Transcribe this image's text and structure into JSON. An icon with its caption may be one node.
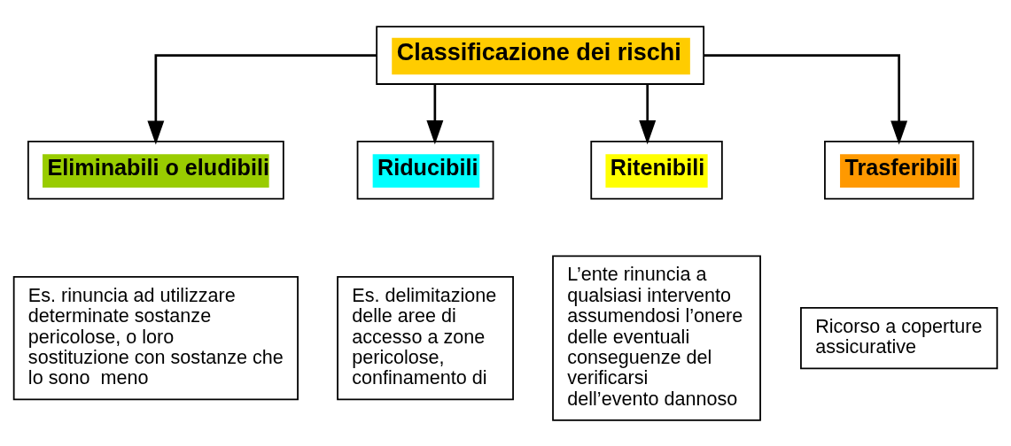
{
  "diagram": {
    "nodes": [
      {
        "text": [
          "Classificazione dei rischi"
        ]
      },
      {
        "text": [
          "Eliminabili o eludibili"
        ]
      },
      {
        "text": [
          "Riducibili"
        ]
      },
      {
        "text": [
          "Ritenibili"
        ]
      },
      {
        "text": [
          "Trasferibili"
        ]
      },
      {
        "text": [
          "Es. rinuncia ad utilizzare determinate sostanze pericolose, o loro sostituzione con sostanze che lo sono  meno"
        ]
      },
      {
        "text": [
          "Es. delimitazione delle aree di accesso a zone pericolose, confinamento di"
        ]
      },
      {
        "text": [
          "L’ente rinuncia a qualsiasi intervento assumendosi l’onere delle eventuali conseguenze del verificarsi dell’evento dannoso"
        ]
      },
      {
        "text": [
          "Ricorso a coperture assicurative"
        ]
      }
    ],
    "edges": [
      {
        "from": 0,
        "to": 1,
        "arrow": "to"
      },
      {
        "from": 0,
        "to": 2,
        "arrow": "to"
      },
      {
        "from": 0,
        "to": 3,
        "arrow": "to"
      },
      {
        "from": 0,
        "to": 4,
        "arrow": "to"
      }
    ]
  }
}
